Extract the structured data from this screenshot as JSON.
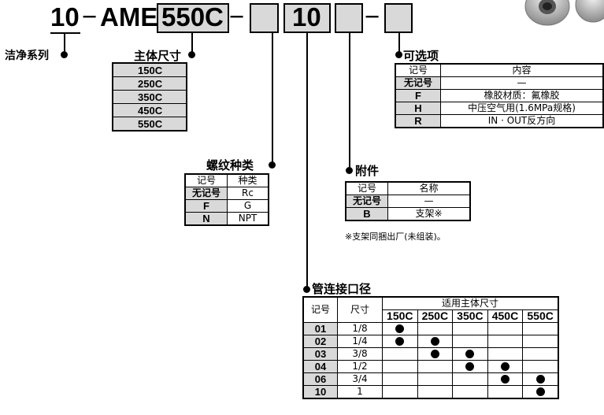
{
  "model": {
    "prefix": "10",
    "dash": "−",
    "series": "AME",
    "body": "550C",
    "mid": "10"
  },
  "series_label": "洁净系列",
  "body_size": {
    "title": "主体尺寸",
    "items": [
      "150C",
      "250C",
      "350C",
      "450C",
      "550C"
    ]
  },
  "options": {
    "title": "可选项",
    "headers": [
      "记号",
      "内容"
    ],
    "rows": [
      [
        "无记号",
        "—"
      ],
      [
        "F",
        "橡胶材质：氟橡胶"
      ],
      [
        "H",
        "中压空气用(1.6MPa规格)"
      ],
      [
        "R",
        "IN · OUT反方向"
      ]
    ]
  },
  "thread": {
    "title": "螺纹种类",
    "headers": [
      "记号",
      "种类"
    ],
    "rows": [
      [
        "无记号",
        "Rc"
      ],
      [
        "F",
        "G"
      ],
      [
        "N",
        "NPT"
      ]
    ]
  },
  "accessory": {
    "title": "附件",
    "headers": [
      "记号",
      "名称"
    ],
    "rows": [
      [
        "无记号",
        "—"
      ],
      [
        "B",
        "支架※"
      ]
    ],
    "note": "※支架同捆出厂(未组装)。"
  },
  "port": {
    "title": "管连接口径",
    "header_code": "记号",
    "header_size": "尺寸",
    "header_group": "适用主体尺寸",
    "sizes": [
      "150C",
      "250C",
      "350C",
      "450C",
      "550C"
    ],
    "rows": [
      {
        "code": "01",
        "size": "1/8",
        "marks": [
          1,
          0,
          0,
          0,
          0
        ]
      },
      {
        "code": "02",
        "size": "1/4",
        "marks": [
          1,
          1,
          0,
          0,
          0
        ]
      },
      {
        "code": "03",
        "size": "3/8",
        "marks": [
          0,
          1,
          1,
          0,
          0
        ]
      },
      {
        "code": "04",
        "size": "1/2",
        "marks": [
          0,
          0,
          1,
          1,
          0
        ]
      },
      {
        "code": "06",
        "size": "3/4",
        "marks": [
          0,
          0,
          0,
          1,
          1
        ]
      },
      {
        "code": "10",
        "size": "1",
        "marks": [
          0,
          0,
          0,
          0,
          1
        ]
      }
    ]
  },
  "colors": {
    "shade": "#d9d9d9",
    "ink": "#000000"
  }
}
